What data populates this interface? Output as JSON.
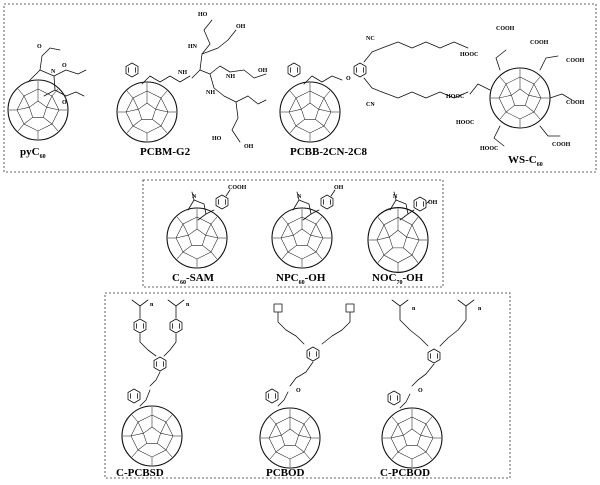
{
  "panels": [
    {
      "name": "top-panel",
      "molecules": [
        {
          "key": "pyC60",
          "label": "pyC",
          "sub": "60"
        },
        {
          "key": "PCBM-G2",
          "label": "PCBM-G2",
          "sub": ""
        },
        {
          "key": "PCBB-2CN-2C8",
          "label": "PCBB-2CN-2C8",
          "sub": ""
        },
        {
          "key": "WS-C60",
          "label": "WS-C",
          "sub": "60"
        }
      ]
    },
    {
      "name": "middle-panel",
      "molecules": [
        {
          "key": "C60-SAM",
          "label": "C",
          "sub": "60",
          "suffix": "-SAM"
        },
        {
          "key": "NPC60-OH",
          "label": "NPC",
          "sub": "60",
          "suffix": "-OH"
        },
        {
          "key": "NOC70-OH",
          "label": "NOC",
          "sub": "70",
          "suffix": "-OH"
        }
      ]
    },
    {
      "name": "bottom-panel",
      "molecules": [
        {
          "key": "C-PCBSD",
          "label": "C-PCBSD",
          "sub": ""
        },
        {
          "key": "PCBOD",
          "label": "PCBOD",
          "sub": ""
        },
        {
          "key": "C-PCBOD",
          "label": "C-PCBOD",
          "sub": ""
        }
      ]
    }
  ],
  "atom_labels": {
    "cooh": "COOH",
    "hooc": "HOOC",
    "oh": "OH",
    "ho": "HO",
    "o": "O",
    "n": "N",
    "nh": "NH",
    "hn": "HN",
    "nc": "NC",
    "cn": "CN",
    "n_index": "n"
  }
}
